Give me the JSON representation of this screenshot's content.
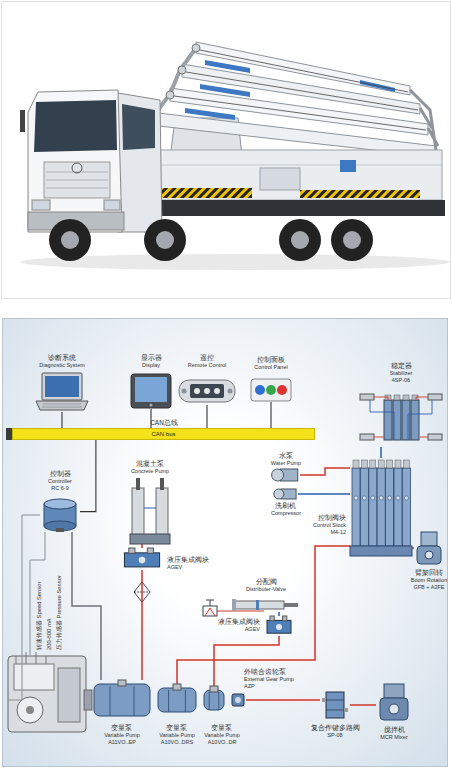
{
  "diagram": {
    "nodes": [
      {
        "text": [
          "诊断系统",
          "Diagnostic System"
        ]
      },
      {
        "text": [
          "显示器",
          "Display"
        ]
      },
      {
        "text": [
          "遥控",
          "Remote Control"
        ]
      },
      {
        "text": [
          "控制面板",
          "Control Panel"
        ]
      },
      {
        "text": [
          "稳定器",
          "Stabilizer",
          "4SP-06"
        ]
      },
      {
        "text": [
          "CAN总线",
          "CAN bus"
        ]
      },
      {
        "text": [
          "水泵",
          "Water Pump"
        ]
      },
      {
        "text": [
          "混凝土泵",
          "Concrete Pump"
        ]
      },
      {
        "text": [
          "控制器",
          "Controller",
          "RC 6-9"
        ]
      },
      {
        "text": [
          "洗刷机",
          "Compressor"
        ]
      },
      {
        "text": [
          "控制阀块",
          "Control Stock",
          "M4-12"
        ]
      },
      {
        "text": [
          "液压集成阀块",
          "AGEV"
        ]
      },
      {
        "text": [
          "臂架回转",
          "Boom Rotation",
          "GFB + A2FE"
        ]
      },
      {
        "text": [
          "分配阀",
          "Distributer-Valve"
        ]
      },
      {
        "text": [
          "液压集成阀块",
          "AGEV"
        ]
      },
      {
        "text": [
          "外啮合齿轮泵",
          "External Gear Pump",
          "AZP"
        ]
      },
      {
        "text": [
          "变量泵",
          "Variable Pump",
          "A11VO..EP"
        ]
      },
      {
        "text": [
          "变量泵",
          "Variable Pump",
          "A10VO..DRS"
        ]
      },
      {
        "text": [
          "变量泵",
          "Variable Pump",
          "A10VO..DR"
        ]
      },
      {
        "text": [
          "复合作键多路阀",
          "SP-08"
        ]
      },
      {
        "text": [
          "搅拌机",
          "MCR Mixer"
        ]
      }
    ],
    "edges": [
      {
        "from": 5,
        "to": 0,
        "arrow": "none"
      },
      {
        "from": 5,
        "to": 1,
        "arrow": "none"
      },
      {
        "from": 5,
        "to": 2,
        "arrow": "none"
      },
      {
        "from": 5,
        "to": 3,
        "arrow": "none"
      },
      {
        "from": 5,
        "to": 8,
        "arrow": "none"
      },
      {
        "from": 8,
        "to": 16,
        "arrow": "none"
      },
      {
        "from": 16,
        "to": 11,
        "arrow": "none"
      },
      {
        "from": 11,
        "to": 7,
        "arrow": "none"
      },
      {
        "from": 17,
        "to": 10,
        "arrow": "none"
      },
      {
        "from": 18,
        "to": 14,
        "arrow": "none"
      },
      {
        "from": 14,
        "to": 13,
        "arrow": "none"
      },
      {
        "from": 15,
        "to": 19,
        "arrow": "none"
      },
      {
        "from": 19,
        "to": 20,
        "arrow": "none"
      },
      {
        "from": 10,
        "to": 4,
        "arrow": "none"
      },
      {
        "from": 10,
        "to": 12,
        "arrow": "none"
      },
      {
        "from": 10,
        "to": 6,
        "arrow": "none"
      },
      {
        "from": 10,
        "to": 9,
        "arrow": "none"
      }
    ],
    "labels": [
      "转速传感器 Speed Sensor",
      "200-600 mA",
      "压力传感器 Pressure Sensor"
    ]
  }
}
